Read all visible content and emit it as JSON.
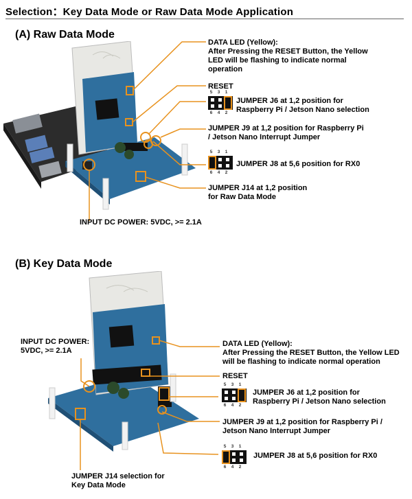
{
  "header": {
    "title": "Selection：Key Data Mode or Raw Data Mode Application"
  },
  "raw_mode": {
    "heading": "(A) Raw Data Mode",
    "data_led": {
      "line1": "DATA LED (Yellow):",
      "line2": "After Pressing the RESET Button, the Yellow",
      "line3": "LED will be flashing to indicate normal",
      "line4": "operation"
    },
    "reset": "RESET",
    "j6": {
      "line1": "JUMPER J6 at 1,2 position for",
      "line2": "Raspberry Pi / Jetson Nano selection"
    },
    "j9": {
      "line1": "JUMPER J9 at 1,2 position for Raspberry Pi",
      "line2": "/ Jetson Nano Interrupt Jumper"
    },
    "j8": "JUMPER J8 at 5,6 position for RX0",
    "j14": {
      "line1": "JUMPER J14 at 1,2 position",
      "line2": "for Raw Data Mode"
    },
    "power": "INPUT DC POWER: 5VDC, >= 2.1A"
  },
  "key_mode": {
    "heading": "(B) Key Data Mode",
    "power": {
      "line1": "INPUT DC POWER:",
      "line2": "5VDC, >= 2.1A"
    },
    "data_led": {
      "line1": "DATA LED (Yellow):",
      "line2": "After Pressing the RESET Button, the Yellow LED",
      "line3": "will be flashing to indicate normal operation"
    },
    "reset": "RESET",
    "j6": {
      "line1": "JUMPER J6 at 1,2 position for",
      "line2": "Raspberry Pi / Jetson Nano selection"
    },
    "j9": {
      "line1": "JUMPER J9 at 1,2 position for Raspberry Pi /",
      "line2": "Jetson Nano Interrupt Jumper"
    },
    "j8": "JUMPER J8 at 5,6 position for RX0",
    "j14": {
      "line1": "JUMPER J14 selection for",
      "line2": "Key Data Mode"
    }
  },
  "pins": {
    "top": [
      "5",
      "3",
      "1"
    ],
    "bottom": [
      "6",
      "4",
      "2"
    ]
  },
  "colors": {
    "callout": "#e8921e",
    "pcb": "#2f6f9e",
    "jumper": "#111111"
  }
}
